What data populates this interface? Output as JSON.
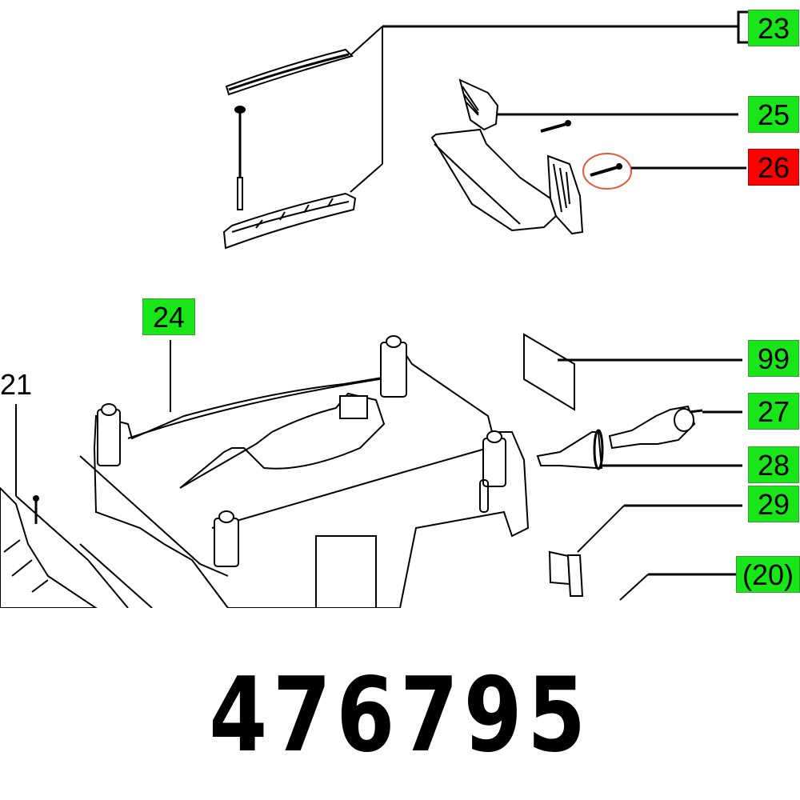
{
  "diagram": {
    "type": "exploded-parts-diagram",
    "part_number": "476795",
    "colors": {
      "label_green": "#19e619",
      "label_red": "#ff0000",
      "highlight_circle": "#e05a3a",
      "line": "#000000"
    },
    "callouts": [
      {
        "id": "23",
        "text": "23",
        "style": "green-bracketed"
      },
      {
        "id": "25",
        "text": "25",
        "style": "green"
      },
      {
        "id": "26",
        "text": "26",
        "style": "red",
        "highlighted": true
      },
      {
        "id": "24",
        "text": "24",
        "style": "green"
      },
      {
        "id": "21",
        "text": "21",
        "style": "plain"
      },
      {
        "id": "99",
        "text": "99",
        "style": "green"
      },
      {
        "id": "27",
        "text": "27",
        "style": "green"
      },
      {
        "id": "28",
        "text": "28",
        "style": "green"
      },
      {
        "id": "29",
        "text": "29",
        "style": "green"
      },
      {
        "id": "20",
        "text": "(20)",
        "style": "green"
      }
    ],
    "parts": [
      "handle-cover",
      "handle-screw-long",
      "handle-base",
      "carrying-handle",
      "screw-25",
      "screw-26",
      "upper-housing",
      "electronics-module",
      "label-plate",
      "power-plug",
      "cable-sleeve",
      "clip"
    ]
  }
}
